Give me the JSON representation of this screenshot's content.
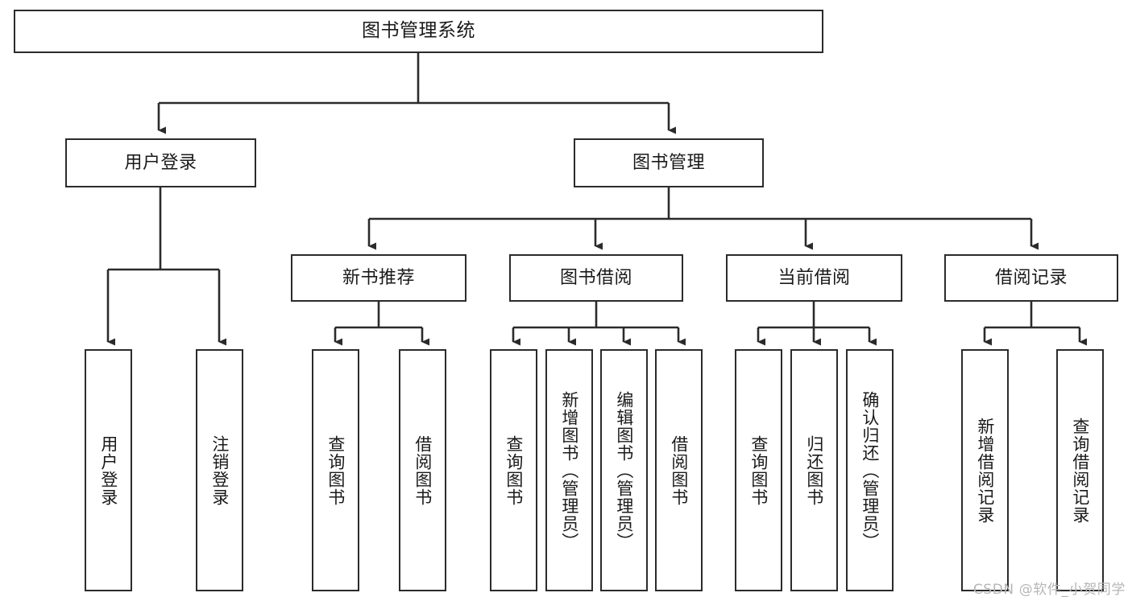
{
  "diagram": {
    "title": "图书管理系统",
    "type": "tree-hierarchy",
    "watermark": "CSDN @软件_小贺同学",
    "colors": {
      "stroke": "#2b2b2b",
      "box_fill": "#ffffff",
      "text": "#1a1a1a",
      "watermark": "#b6b6b6",
      "background": "#ffffff"
    },
    "levels": {
      "root": [
        "图书管理系统"
      ],
      "level2": [
        "用户登录",
        "图书管理"
      ],
      "level3": [
        "新书推荐",
        "图书借阅",
        "当前借阅",
        "借阅记录"
      ]
    },
    "nodes": {
      "root": "图书管理系统",
      "user_login": "用户登录",
      "book_manage": "图书管理",
      "new_book_rec": "新书推荐",
      "book_borrow": "图书借阅",
      "current_borrow": "当前借阅",
      "borrow_record": "借阅记录",
      "leaf_user_login": "用户登录",
      "leaf_logout": "注销登录",
      "leaf_rec_query": "查询图书",
      "leaf_rec_borrow": "借阅图书",
      "leaf_borrow_query": "查询图书",
      "leaf_borrow_add": "新增图书（管理员）",
      "leaf_borrow_edit": "编辑图书（管理员）",
      "leaf_borrow_borrow": "借阅图书",
      "leaf_cur_query": "查询图书",
      "leaf_cur_return": "归还图书",
      "leaf_cur_confirm": "确认归还（管理员）",
      "leaf_rec_add": "新增借阅记录",
      "leaf_rec_search": "查询借阅记录"
    }
  }
}
